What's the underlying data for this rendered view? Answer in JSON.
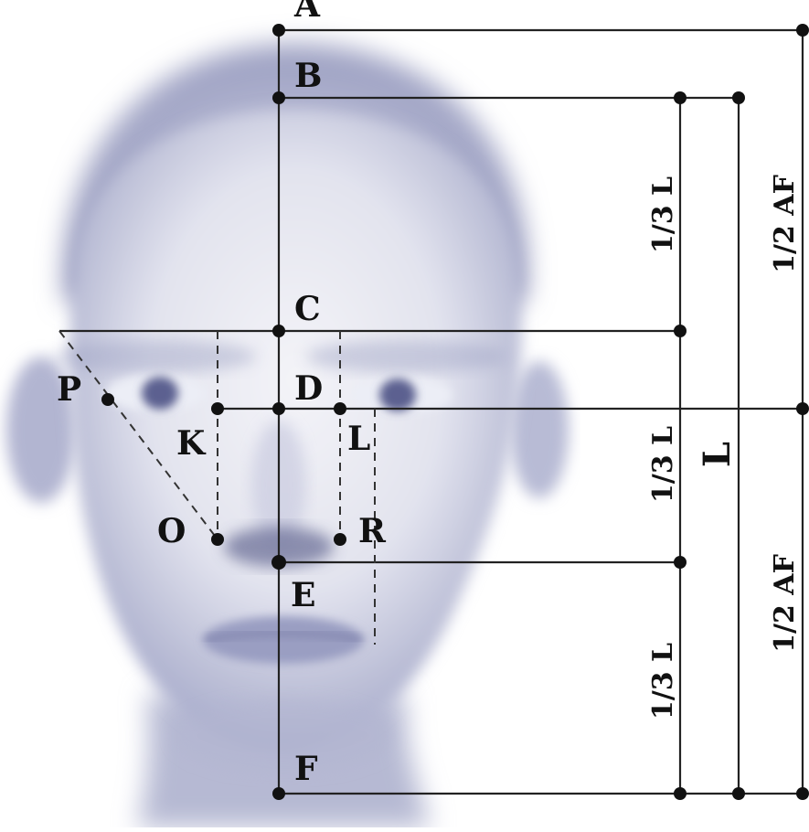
{
  "points": {
    "A": "A",
    "B": "B",
    "C": "C",
    "D": "D",
    "E": "E",
    "F": "F",
    "P": "P",
    "K": "K",
    "L": "L",
    "O": "O",
    "R": "R"
  },
  "measures": {
    "third_top": "1/3 L",
    "third_mid": "1/3 L",
    "third_bottom": "1/3 L",
    "total": "L",
    "half_top": "1/2  AF",
    "half_bottom": "1/2  AF"
  },
  "colors": {
    "face_tint": "#9ea3c4",
    "line": "#222222"
  }
}
